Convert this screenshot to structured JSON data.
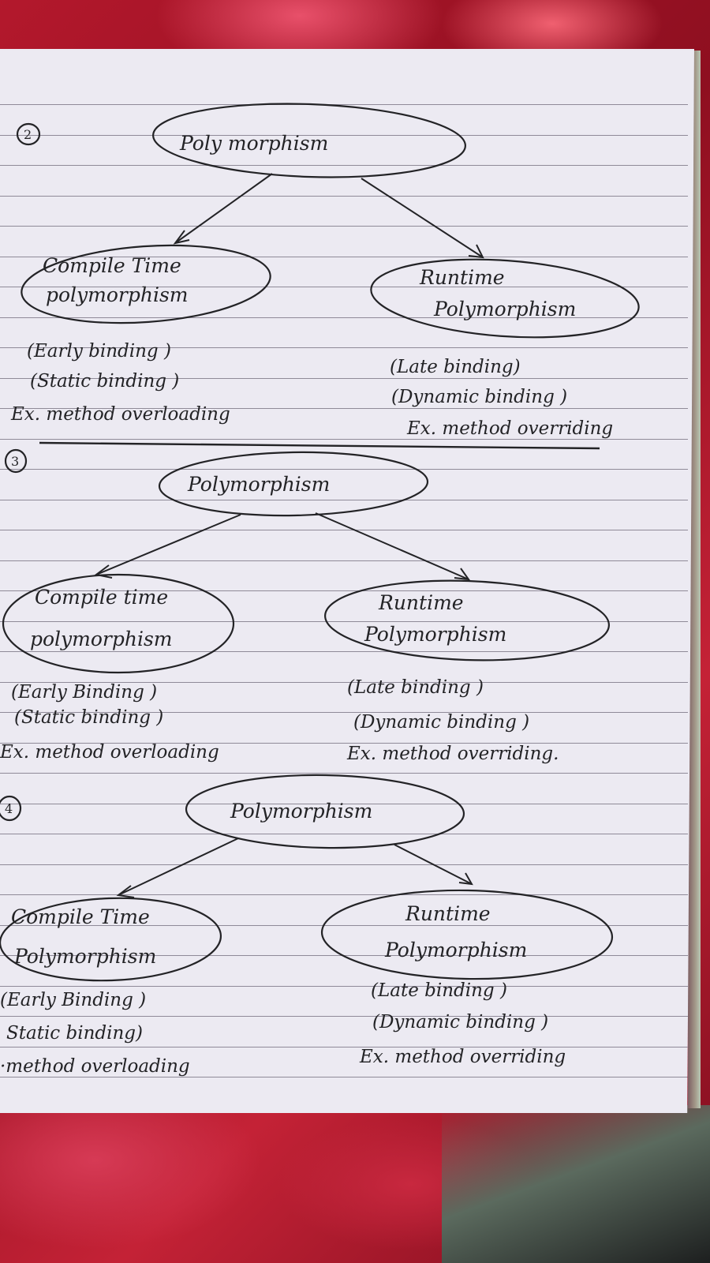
{
  "sections": [
    {
      "number": "2",
      "root": "Poly morphism",
      "left": {
        "line1": "Compile Time",
        "line2": "polymorphism"
      },
      "right": {
        "line1": "Runtime",
        "line2": "Polymorphism"
      },
      "left_notes": [
        "(Early binding )",
        "(Static binding )",
        "Ex. method overloading"
      ],
      "right_notes": [
        "(Late binding)",
        "(Dynamic binding )",
        "Ex. method overriding"
      ]
    },
    {
      "number": "3",
      "root": "Polymorphism",
      "left": {
        "line1": "Compile time",
        "line2": "polymorphism"
      },
      "right": {
        "line1": "Runtime",
        "line2": "Polymorphism"
      },
      "left_notes": [
        "(Early Binding )",
        "(Static binding )",
        "Ex. method overloading"
      ],
      "right_notes": [
        "(Late binding )",
        "(Dynamic binding )",
        "Ex. method overriding."
      ]
    },
    {
      "number": "4",
      "root": "Polymorphism",
      "left": {
        "line1": "Compile Time",
        "line2": "Polymorphism"
      },
      "right": {
        "line1": "Runtime",
        "line2": "Polymorphism"
      },
      "left_notes": [
        "(Early Binding )",
        "Static binding)",
        "·method overloading"
      ],
      "right_notes": [
        "(Late binding )",
        "(Dynamic binding )",
        "Ex. method overriding"
      ]
    }
  ]
}
